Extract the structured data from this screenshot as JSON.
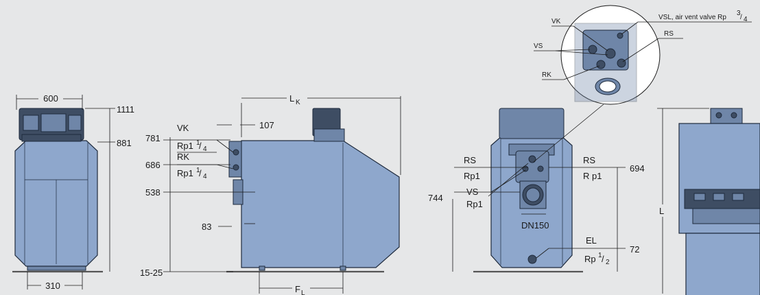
{
  "front_view": {
    "width_label": "600",
    "height_top_label": "1111",
    "height_mid_label": "881",
    "base_width_label": "310"
  },
  "side_view": {
    "length_main": "L",
    "length_sub": "K",
    "offset_107": "107",
    "vk": "VK",
    "rk": "RK",
    "rp_vk_main": "Rp1",
    "rp_vk_frac_num": "1",
    "rp_vk_frac_den": "4",
    "rp_rk_main": "Rp1",
    "rp_rk_frac_num": "1",
    "rp_rk_frac_den": "4",
    "h781": "781",
    "h686": "686",
    "h538": "538",
    "w83": "83",
    "base": "15-25",
    "feet_main": "F",
    "feet_sub": "L"
  },
  "rear_view": {
    "rs_left": "RS",
    "rp1_left": "Rp1",
    "vs": "VS",
    "rp1_vs": "Rp1",
    "rs_right": "RS",
    "rp1_right": "R p1",
    "dn150": "DN150",
    "el": "EL",
    "rp_el_main": "Rp",
    "rp_el_num": "1",
    "rp_el_den": "2",
    "h744": "744",
    "h694": "694",
    "h72": "72"
  },
  "detail": {
    "vk": "VK",
    "vs": "VS",
    "rk": "RK",
    "rs": "RS",
    "vsl_label": "VSL, air vent valve Rp",
    "vsl_num": "3",
    "vsl_den": "4"
  },
  "right_view": {
    "length_label": "L"
  }
}
